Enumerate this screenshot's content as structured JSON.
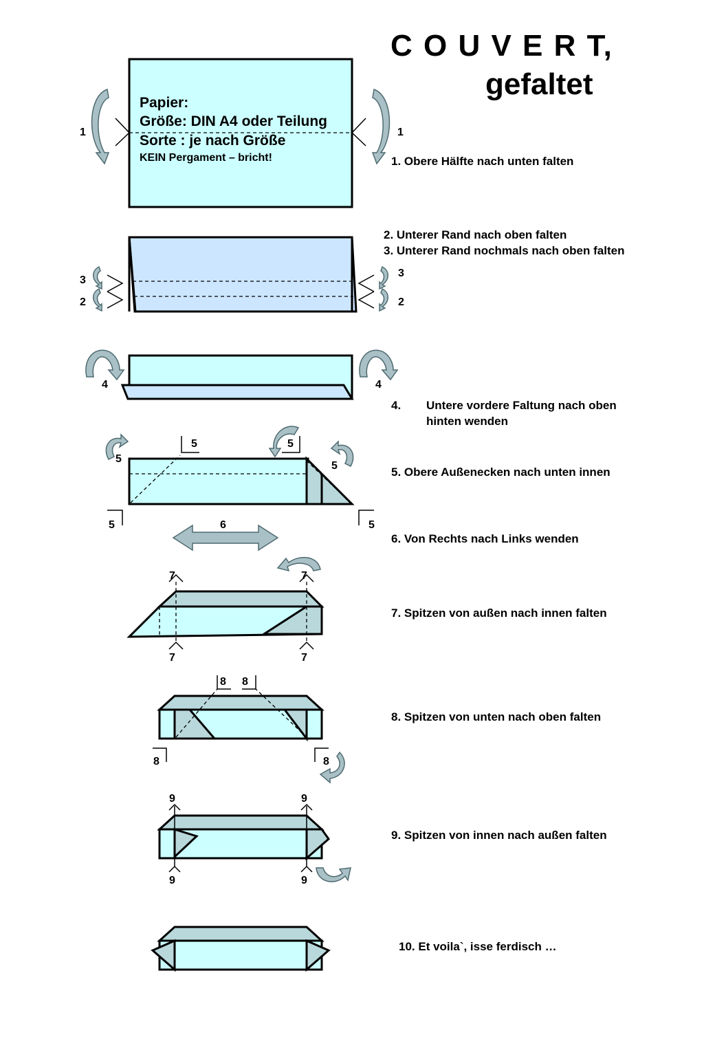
{
  "title": {
    "line1": "C O U V E R T,",
    "line2": "gefaltet"
  },
  "paper": {
    "heading": "Papier:",
    "size": "Größe:  DIN A4 oder Teilung",
    "type": "Sorte :   je nach Größe",
    "warning": "KEIN Pergament – bricht!"
  },
  "steps": [
    "1.  Obere Hälfte nach unten falten",
    "2.   Unterer Rand nach oben falten",
    "3.   Unterer Rand nochmals nach oben falten",
    "4.",
    "Untere vordere Faltung nach oben",
    "hinten wenden",
    "5.  Obere Außenecken nach unten innen",
    "6.  Von Rechts nach Links wenden",
    "7.  Spitzen von außen nach innen falten",
    "8.  Spitzen von unten nach oben falten",
    "9.  Spitzen von innen nach außen falten",
    "10.  Et voila`, isse ferdisch …"
  ],
  "labels": {
    "n1": "1",
    "n2": "2",
    "n3": "3",
    "n4": "4",
    "n5": "5",
    "n6": "6",
    "n7": "7",
    "n8": "8",
    "n9": "9"
  },
  "colors": {
    "paper_fill": "#ccffff",
    "folded_fill": "#cce6ff",
    "flap_fill": "#b9d8dc",
    "arrow_fill": "#a9c1c6",
    "stroke": "#000000"
  }
}
